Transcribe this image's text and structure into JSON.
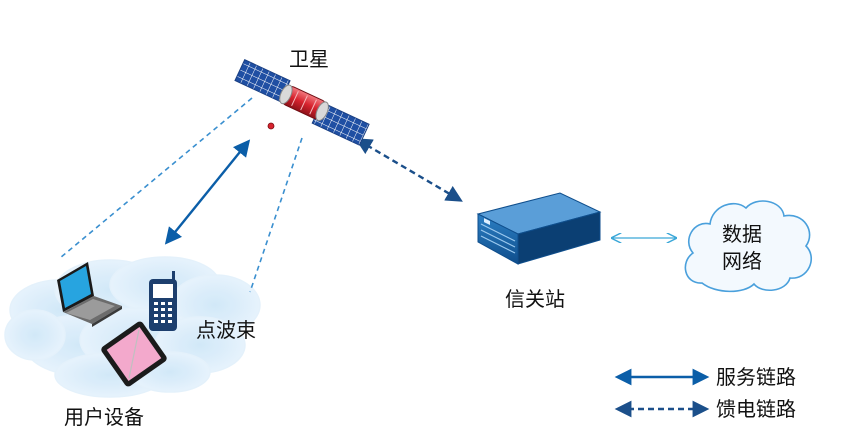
{
  "labels": {
    "satellite": "卫星",
    "spot_beam": "点波束",
    "user_devices": "用户设备",
    "gateway": "信关站",
    "network_line1": "数据",
    "network_line2": "网络"
  },
  "legend": {
    "service_link": "服务链路",
    "feeder_link": "馈电链路"
  },
  "colors": {
    "link_blue": "#0b5ea8",
    "beam_dash": "#3a8fcf",
    "solar_panel": "#1f4fa3",
    "satellite_body": "#d7232e",
    "gateway_blue": "#1565a8",
    "cloud_stroke": "#5aa9e2",
    "cloud_fill": "#eef6fd",
    "coverage_cloud": "#dbeefb",
    "laptop_screen": "#27a4e0",
    "tablet_screen": "#f3a9cc",
    "phone_body": "#1d3f6e"
  },
  "icons": {
    "satellite": "satellite-icon",
    "gateway": "server-rack-icon",
    "network": "cloud-icon",
    "laptop": "laptop-icon",
    "phone": "mobile-phone-icon",
    "tablet": "tablet-icon"
  }
}
